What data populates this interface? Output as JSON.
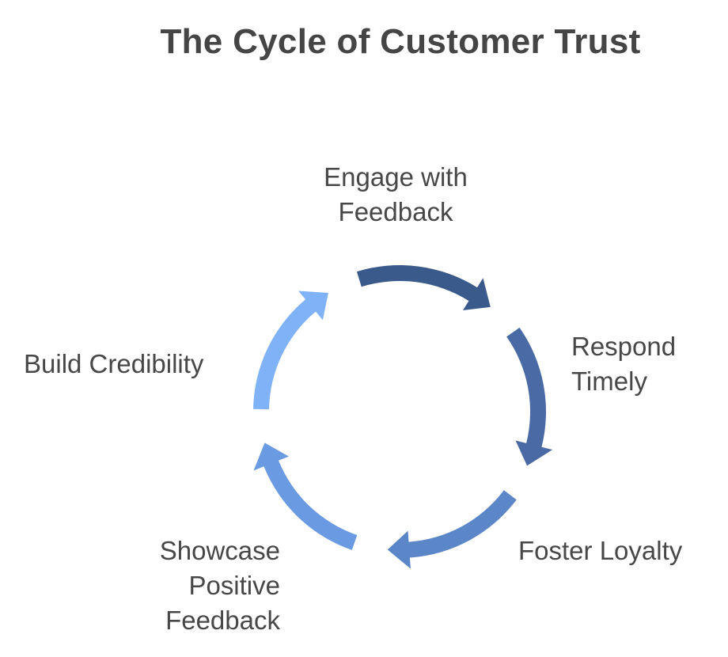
{
  "title": "The Cycle of Customer Trust",
  "steps": [
    {
      "id": "engage",
      "label_lines": [
        "Engage with",
        "Feedback"
      ],
      "color": "#3B5A8C"
    },
    {
      "id": "respond",
      "label_lines": [
        "Respond",
        "Timely"
      ],
      "color": "#4A6AA6"
    },
    {
      "id": "foster",
      "label_lines": [
        "Foster Loyalty"
      ],
      "color": "#5B86C7"
    },
    {
      "id": "showcase",
      "label_lines": [
        "Showcase",
        "Positive",
        "Feedback"
      ],
      "color": "#6A9AE2"
    },
    {
      "id": "build",
      "label_lines": [
        "Build Credibility"
      ],
      "color": "#80B2F8"
    }
  ],
  "text_color": "#474747",
  "title_color": "#454545"
}
